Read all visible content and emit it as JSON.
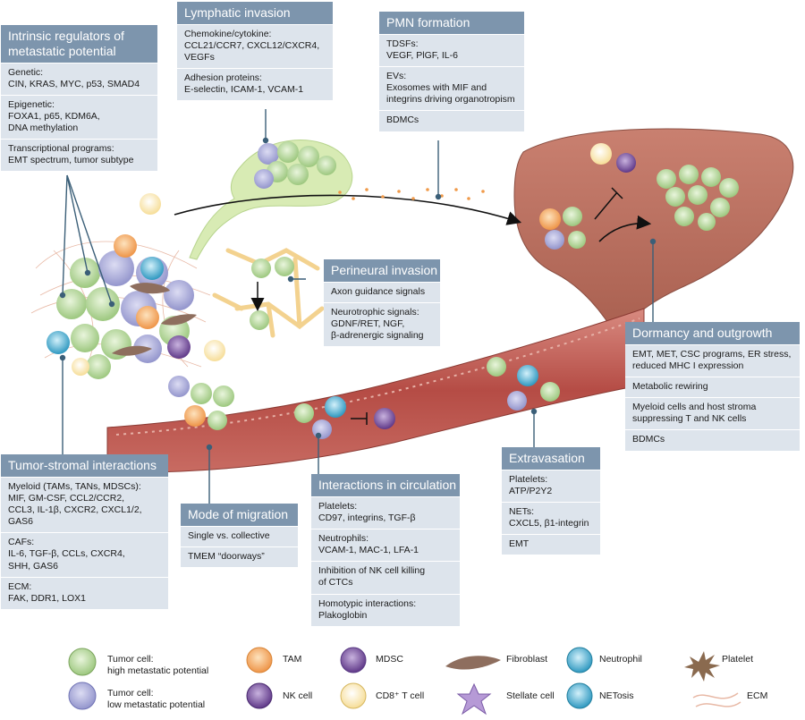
{
  "panels": {
    "intrinsic": {
      "title": [
        "Intrinsic regulators of",
        "metastatic potential"
      ],
      "sections": [
        [
          "Genetic:",
          "CIN, KRAS, MYC, p53, SMAD4"
        ],
        [
          "Epigenetic:",
          "FOXA1, p65, KDM6A,",
          "DNA methylation"
        ],
        [
          "Transcriptional programs:",
          "EMT spectrum, tumor subtype"
        ]
      ]
    },
    "lymphatic": {
      "title": [
        "Lymphatic invasion"
      ],
      "sections": [
        [
          "Chemokine/cytokine:",
          "CCL21/CCR7, CXCL12/CXCR4,",
          "VEGFs"
        ],
        [
          "Adhesion proteins:",
          "E-selectin, ICAM-1, VCAM-1"
        ]
      ]
    },
    "pmn": {
      "title": [
        "PMN formation"
      ],
      "sections": [
        [
          "TDSFs:",
          "VEGF, PlGF, IL-6"
        ],
        [
          "EVs:",
          "Exosomes with MIF and",
          "integrins driving organotropism"
        ],
        [
          "BDMCs"
        ]
      ]
    },
    "perineural": {
      "title": [
        "Perineural invasion"
      ],
      "sections": [
        [
          "Axon guidance signals"
        ],
        [
          "Neurotrophic signals:",
          "GDNF/RET, NGF,",
          "β-adrenergic signaling"
        ]
      ]
    },
    "dormancy": {
      "title": [
        "Dormancy and outgrowth"
      ],
      "sections": [
        [
          "EMT, MET, CSC programs, ER stress,",
          "reduced MHC I expression"
        ],
        [
          "Metabolic rewiring"
        ],
        [
          "Myeloid cells and host stroma",
          "suppressing T and NK cells"
        ],
        [
          "BDMCs"
        ]
      ]
    },
    "stromal": {
      "title": [
        "Tumor-stromal interactions"
      ],
      "sections": [
        [
          "Myeloid (TAMs, TANs, MDSCs):",
          "MIF, GM-CSF, CCL2/CCR2,",
          "CCL3, IL-1β, CXCR2, CXCL1/2,",
          "GAS6"
        ],
        [
          "CAFs:",
          "IL-6, TGF-β, CCLs, CXCR4,",
          "SHH, GAS6"
        ],
        [
          "ECM:",
          "FAK, DDR1, LOX1"
        ]
      ]
    },
    "migration": {
      "title": [
        "Mode of migration"
      ],
      "sections": [
        [
          "Single vs. collective"
        ],
        [
          "TMEM “doorways”"
        ]
      ]
    },
    "circulation": {
      "title": [
        "Interactions in circulation"
      ],
      "sections": [
        [
          "Platelets:",
          "CD97, integrins, TGF-β"
        ],
        [
          "Neutrophils:",
          "VCAM-1, MAC-1, LFA-1"
        ],
        [
          "Inhibition of NK cell killing",
          "of CTCs"
        ],
        [
          "Homotypic interactions:",
          "Plakoglobin"
        ]
      ]
    },
    "extravasation": {
      "title": [
        "Extravasation"
      ],
      "sections": [
        [
          "Platelets:",
          "ATP/P2Y2"
        ],
        [
          "NETs:",
          "CXCL5, β1-integrin"
        ],
        [
          "EMT"
        ]
      ]
    }
  },
  "legend": [
    {
      "icon": "tumor-high",
      "label": [
        "Tumor cell:",
        "high metastatic potential"
      ]
    },
    {
      "icon": "tam",
      "label": [
        "TAM"
      ]
    },
    {
      "icon": "mdsc",
      "label": [
        "MDSC"
      ]
    },
    {
      "icon": "fibroblast",
      "label": [
        "Fibroblast"
      ]
    },
    {
      "icon": "neutrophil",
      "label": [
        "Neutrophil"
      ]
    },
    {
      "icon": "platelet",
      "label": [
        "Platelet"
      ]
    },
    {
      "icon": "tumor-low",
      "label": [
        "Tumor cell:",
        "low metastatic potential"
      ]
    },
    {
      "icon": "nk",
      "label": [
        "NK cell"
      ]
    },
    {
      "icon": "cd8",
      "label": [
        "CD8⁺ T cell"
      ]
    },
    {
      "icon": "stellate",
      "label": [
        "Stellate cell"
      ]
    },
    {
      "icon": "netosis",
      "label": [
        "NETosis"
      ]
    },
    {
      "icon": "ecm",
      "label": [
        "ECM"
      ]
    }
  ],
  "colors": {
    "panel_title_bg": "#7d95ad",
    "panel_body_bg": "#dde4ec",
    "tumor_high": "#a8d08d",
    "tumor_low": "#a3a5d6",
    "tam": "#f3a461",
    "mdsc": "#7a5aa6",
    "nk": "#6a3f8f",
    "cd8": "#fdf2cc",
    "neutrophil": "#3aa6c9",
    "fibroblast": "#8e6e5e",
    "vessel": "#b9504a",
    "liver": "#b5695a",
    "lymph": "#cfe4a6",
    "nerve": "#f6d79e",
    "connector": "#3b5f78"
  }
}
